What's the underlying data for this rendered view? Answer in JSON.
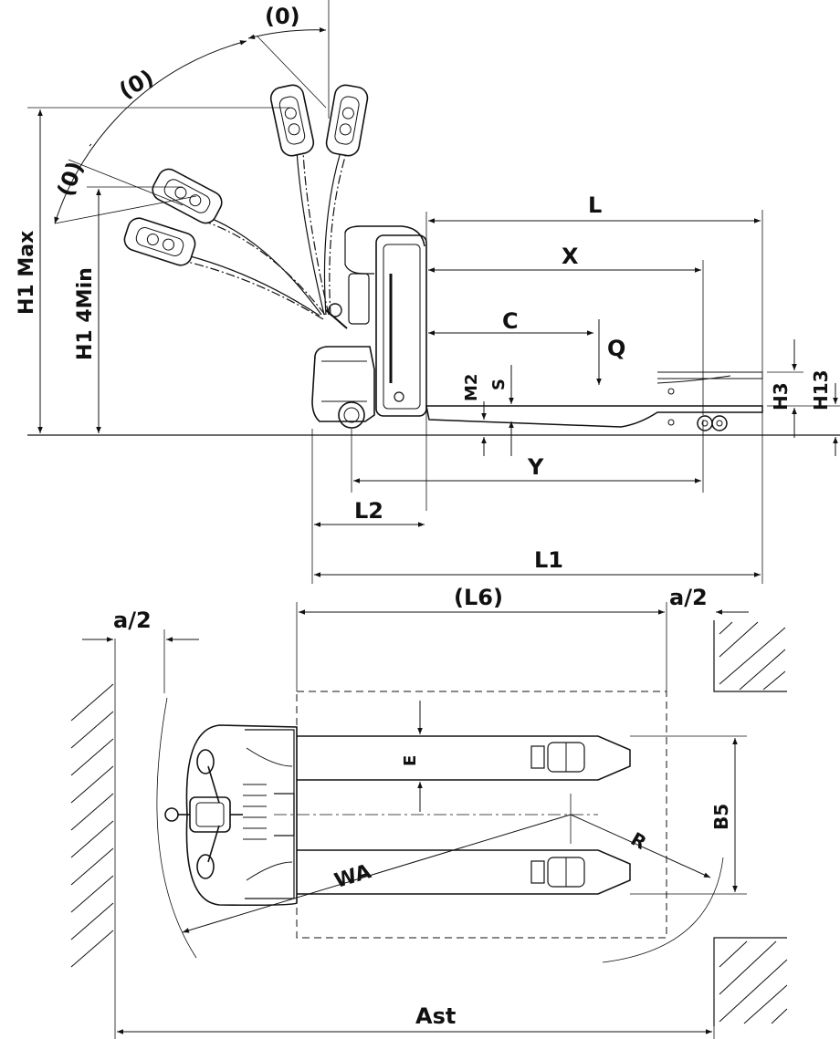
{
  "side_view": {
    "angle_labels": [
      "(0)",
      "(0)",
      "(0)"
    ],
    "h1_max": "H1 Max",
    "h1_min": "H1 4Min",
    "l": "L",
    "x": "X",
    "c": "C",
    "q": "Q",
    "m2": "M2",
    "s": "S",
    "h3": "H3",
    "h13": "H13",
    "y": "Y",
    "l2": "L2",
    "l1": "L1"
  },
  "top_view": {
    "a_half_left": "a/2",
    "l6": "(L6)",
    "a_half_right": "a/2",
    "e": "E",
    "b5": "B5",
    "r": "R",
    "wa": "WA",
    "ast": "Ast"
  }
}
